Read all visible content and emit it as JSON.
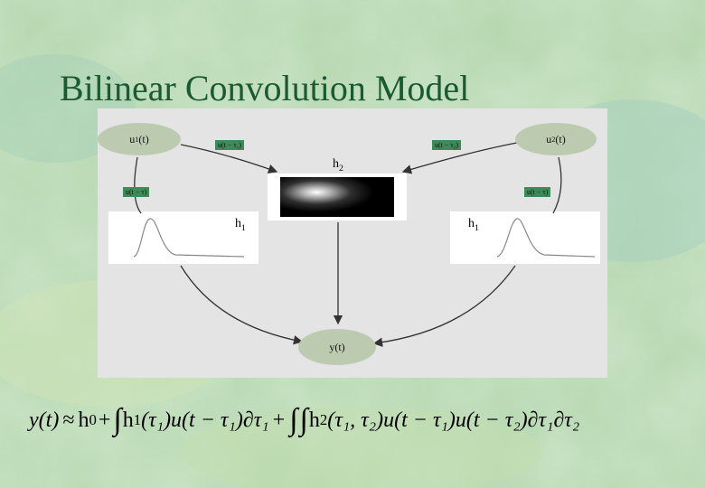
{
  "slide": {
    "title": "Bilinear Convolution Model"
  },
  "nodes": {
    "u1": {
      "base": "u",
      "sub": "1",
      "tail": "(t)"
    },
    "u2": {
      "base": "u",
      "sub": "2",
      "tail": " (t)"
    },
    "y": {
      "label": "y(t)"
    }
  },
  "tags": {
    "left_top": "u(t − τ₁)",
    "right_top": "u(t − τ₂)",
    "left_mid": "u(t − τ)",
    "right_mid": "u(t − τ)"
  },
  "kernels": {
    "h2": {
      "base": "h",
      "sub": "2"
    },
    "h1_left": {
      "base": "h",
      "sub": "1"
    },
    "h1_right": {
      "base": "h",
      "sub": "1"
    }
  },
  "equation": {
    "lhs": "y(t)",
    "approx": "≈",
    "h0": "h",
    "h0_sub": "0",
    "plus": "+",
    "integral": "∫",
    "term1_h": "h",
    "term1_sub": "1",
    "term1_rest": "(τ₁)u(t − τ₁)∂τ₁",
    "term2_h": "h",
    "term2_sub": "2",
    "term2_rest": "(τ₁, τ₂)u(t − τ₁)u(t − τ₂)∂τ₁∂τ₂"
  },
  "colors": {
    "background": "#b8d8b0",
    "title": "#1a5a30",
    "panel": "#e4e4e4",
    "node": "#bccbb0",
    "tag": "#3f8a5a"
  }
}
